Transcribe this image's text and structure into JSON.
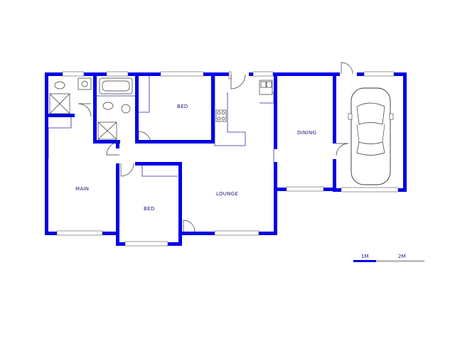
{
  "rooms": {
    "main": "MAIN",
    "bed1": "BED",
    "bed2": "BED",
    "lounge": "LOUNGE",
    "dining": "DINING"
  },
  "scale": {
    "label_1": "1M",
    "label_2": "2M"
  },
  "colors": {
    "wall": "#0000e6",
    "scale_primary": "#0000e6",
    "scale_secondary": "#c0c0c0"
  }
}
